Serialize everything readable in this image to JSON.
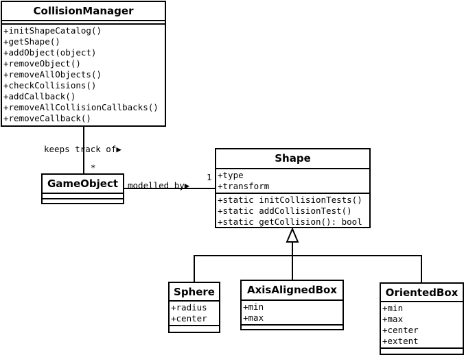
{
  "classes": {
    "collision_manager": {
      "name": "CollisionManager",
      "attributes": [],
      "operations": [
        "+initShapeCatalog()",
        "+getShape()",
        "+addObject(object)",
        "+removeObject()",
        "+removeAllObjects()",
        "+checkCollisions()",
        "+addCallback()",
        "+removeAllCollisionCallbacks()",
        "+removeCallback()"
      ]
    },
    "game_object": {
      "name": "GameObject",
      "attributes": [],
      "operations": []
    },
    "shape": {
      "name": "Shape",
      "attributes": [
        "+type",
        "+transform"
      ],
      "operations": [
        "+static initCollisionTests()",
        "+static addCollisionTest()",
        "+static getCollision(): bool"
      ]
    },
    "sphere": {
      "name": "Sphere",
      "attributes": [
        "+radius",
        "+center"
      ],
      "operations": []
    },
    "axis_aligned_box": {
      "name": "AxisAlignedBox",
      "attributes": [
        "+min",
        "+max"
      ],
      "operations": []
    },
    "oriented_box": {
      "name": "OrientedBox",
      "attributes": [
        "+min",
        "+max",
        "+center",
        "+extent"
      ],
      "operations": []
    }
  },
  "associations": {
    "keeps_track": {
      "label": "keeps track of▶",
      "multiplicity_target": "*"
    },
    "modelled_by": {
      "label": "modelled by▶",
      "multiplicity_target": "1"
    }
  }
}
